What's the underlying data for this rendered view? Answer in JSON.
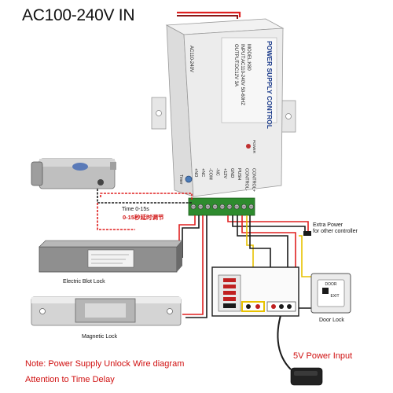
{
  "title": "AC100-240V IN",
  "psu": {
    "brand": "POWER SUPPLY CONTROL",
    "model": "MODEL:K80",
    "input": "INPUT:AC110-240V 50-60HZ",
    "output": "OUTPUT:DC12V 3A",
    "side": "AC110-240V",
    "power_led": "POWER",
    "timer": "Timer",
    "terminals": [
      "+NO",
      "+NC",
      "-COM",
      "-NC",
      "+12V",
      "GND",
      "PUSH",
      "CONTROL-",
      "CONTROL+"
    ]
  },
  "labels": {
    "time_range": "Time 0-15s",
    "time_cn": "0-15秒延时调节",
    "extra_power_1": "Extra Power",
    "extra_power_2": "for other controller",
    "electric_bolt": "Electric Blot Lock",
    "magnetic": "Magnetic Lock",
    "door_lock": "Door Lock",
    "door_btn_1": "DOOR",
    "door_btn_2": "EXIT",
    "five_v": "5V Power Input"
  },
  "notes": {
    "line1": "Note: Power Supply Unlock Wire diagram",
    "line2": "Attention to Time Delay"
  },
  "colors": {
    "wire_red": "#e02020",
    "wire_black": "#1a1a1a",
    "wire_yellow": "#e8c200",
    "terminal_green": "#2e8b2e",
    "note_red": "#d01010"
  }
}
